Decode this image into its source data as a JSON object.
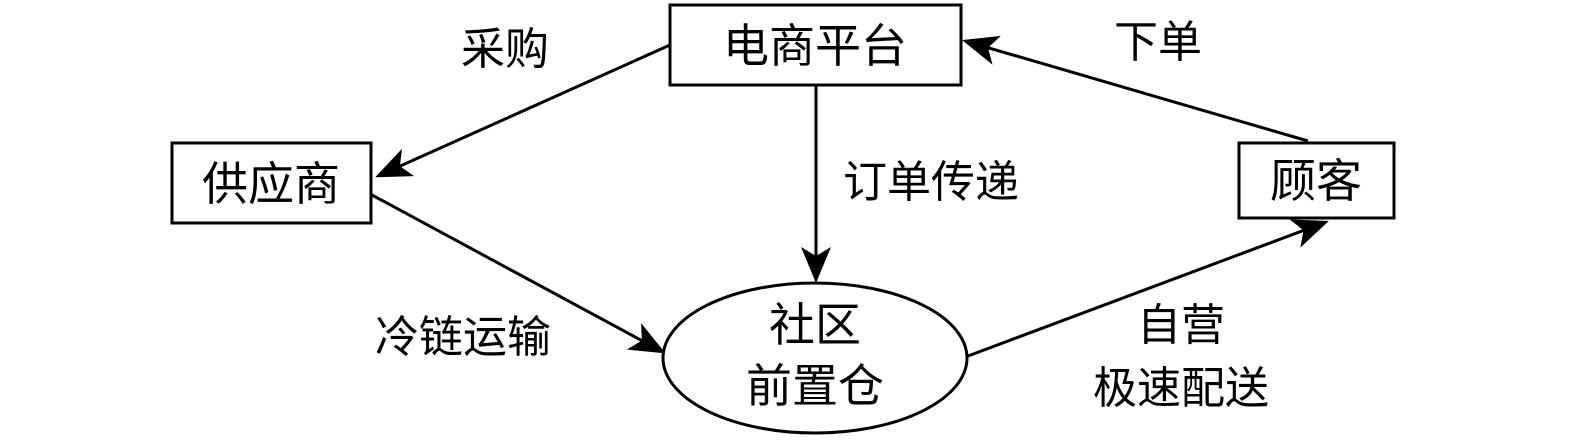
{
  "nodes": {
    "platform": "电商平台",
    "supplier": "供应商",
    "customer": "顾客",
    "warehouse_line1": "社区",
    "warehouse_line2": "前置仓"
  },
  "edges": {
    "procurement": "采购",
    "place_order": "下单",
    "order_transfer": "订单传递",
    "cold_chain": "冷链运输",
    "delivery_line1": "自营",
    "delivery_line2": "极速配送"
  },
  "colors": {
    "stroke": "#000000",
    "background": "#ffffff"
  }
}
